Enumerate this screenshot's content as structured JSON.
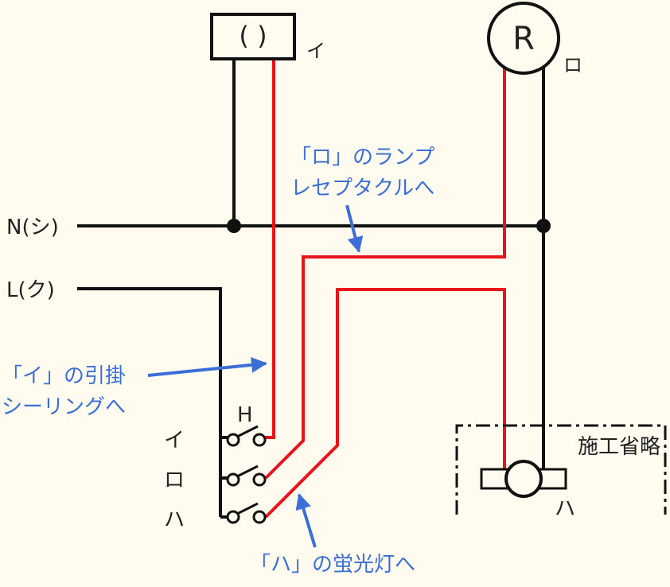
{
  "labels": {
    "neutral": "N(シ)",
    "live": "L(ク)",
    "ceiling_symbol": "( )",
    "ceiling_tag": "イ",
    "lamp_symbol": "R",
    "lamp_tag": "ロ",
    "switch_h": "H",
    "switch_i": "イ",
    "switch_ro": "ロ",
    "switch_ha": "ハ",
    "fluorescent_tag": "ハ",
    "omitted": "施工省略"
  },
  "annotations": {
    "ro_line1": "「ロ」のランプ",
    "ro_line2": "レセプタクルへ",
    "i_line1": "「イ」の引掛",
    "i_line2": "シーリングへ",
    "ha": "「ハ」の蛍光灯へ"
  },
  "colors": {
    "background": "#fffbef",
    "wire_black": "#111111",
    "wire_red": "#e8141a",
    "annotation": "#3b6fd6",
    "text": "#222222"
  }
}
